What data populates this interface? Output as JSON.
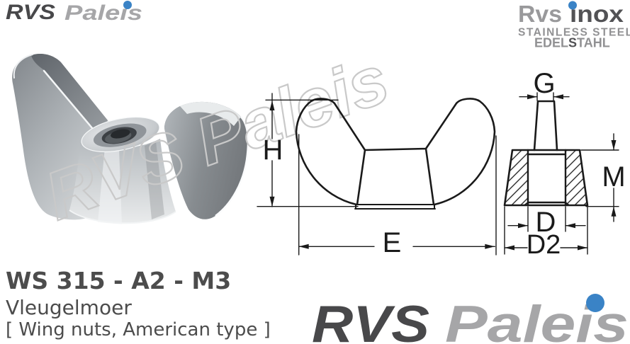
{
  "colors": {
    "accent_blue": "#3a83c6",
    "logo_dark": "#48484a",
    "logo_light": "#a6a6a8",
    "steel_gray": "#919193",
    "drawing_line": "#1a1a1a",
    "watermark_gray": "#c9c9c9",
    "body_text": "#4c4c4c"
  },
  "brand": {
    "logo_rvs": "RVS",
    "logo_paleis": "Paleis"
  },
  "header_right": {
    "rvs": "Rvs",
    "inox": "inox",
    "line2": "STAINLESS STEEL",
    "edel": "EDEL",
    "s_mid": "S",
    "tahl": "TAHL"
  },
  "watermark": {
    "text": "RVS Paleis"
  },
  "drawing_labels": {
    "height": "H",
    "overall_width": "E",
    "wing_top_width": "G",
    "body_height": "M",
    "bore_diameter": "D",
    "base_diameter": "D2"
  },
  "product": {
    "code": "WS 315 - A2 - M3",
    "name": "Vleugelmoer",
    "name_en": "[ Wing nuts, American type ]"
  }
}
